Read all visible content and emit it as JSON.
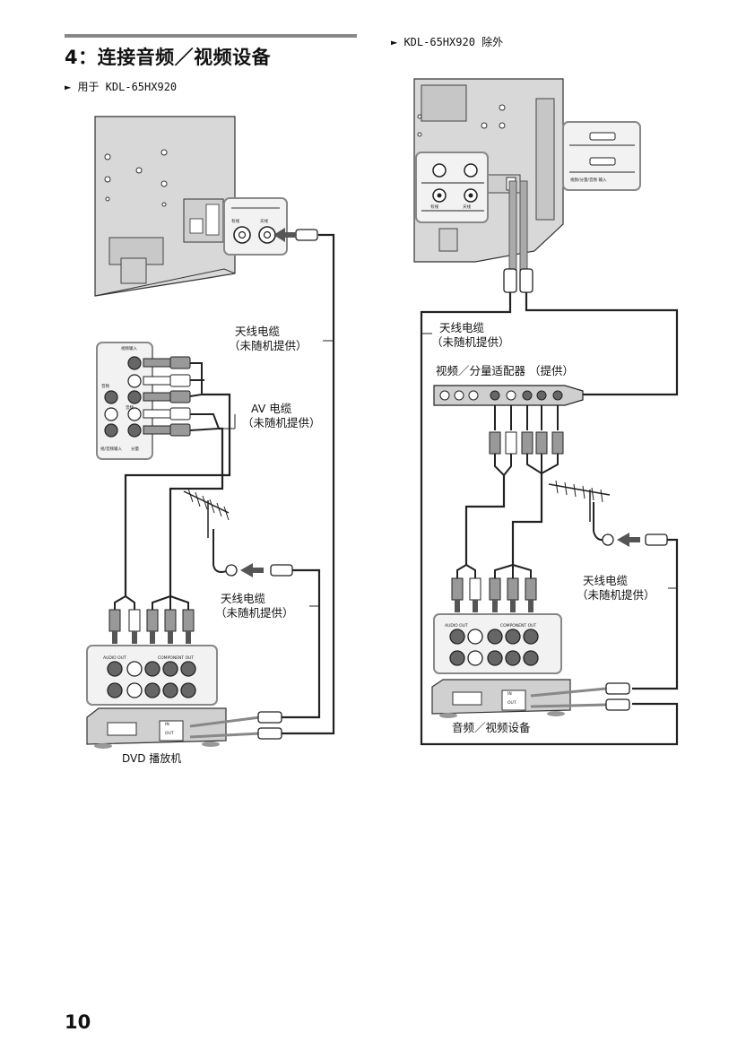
{
  "section_title": "4：连接音频／视频设备",
  "left_subtitle": "► 用于 KDL-65HX920",
  "right_subtitle": "► KDL-65HX920 除外",
  "left": {
    "antenna_cable_top": {
      "line1": "天线电缆",
      "line2": "（未随机提供）"
    },
    "av_cable": {
      "line1": "AV 电缆",
      "line2": "（未随机提供）"
    },
    "antenna_cable_bottom": {
      "line1": "天线电缆",
      "line2": "（未随机提供）"
    },
    "device_label": "DVD 播放机",
    "terminal_cable": "有线",
    "terminal_antenna": "天线",
    "panel_top_label": "视频输入",
    "panel_side_label": "音频",
    "panel_bottom_label1": "视/音频输入",
    "panel_bottom_label2": "分量",
    "panel_r_label": "音频",
    "dvd_audio_out": "AUDIO OUT",
    "dvd_component_out": "COMPONENT OUT",
    "dvd_in": "IN",
    "dvd_out": "OUT"
  },
  "right": {
    "antenna_cable_top": {
      "line1": "天线电缆",
      "line2": "（未随机提供）"
    },
    "adapter_label": "视频／分量适配器 （提供）",
    "antenna_cable_bottom": {
      "line1": "天线电缆",
      "line2": "（未随机提供）"
    },
    "device_label": "音频／视频设备",
    "terminal_cable": "有线",
    "terminal_antenna": "天线",
    "input_label": "视频/分量/音频 输入",
    "dev_audio_out": "AUDIO OUT",
    "dev_component_out": "COMPONENT OUT",
    "dev_in": "IN",
    "dev_out": "OUT"
  },
  "page_number": "10"
}
